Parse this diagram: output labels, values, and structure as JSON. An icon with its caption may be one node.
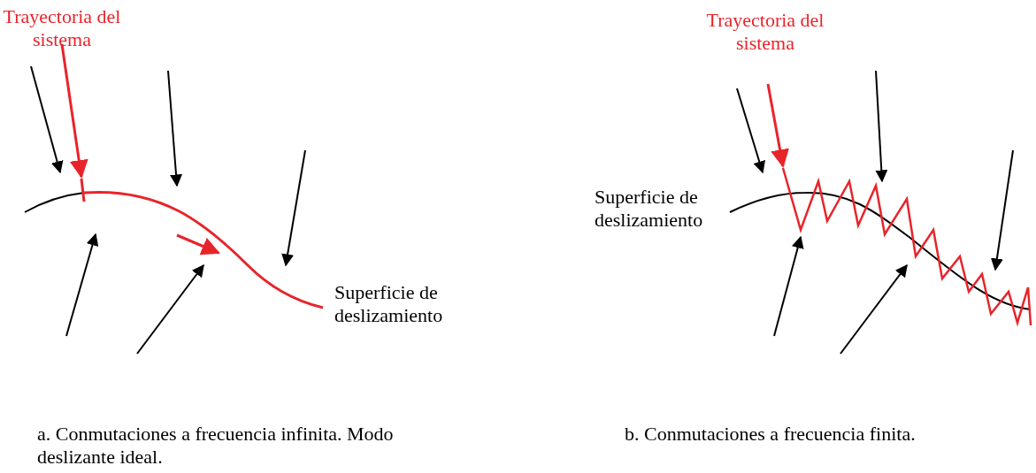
{
  "diagram": {
    "labels": [
      "Trayectoria del sistema",
      "Trayectoria del sistema",
      "Superficie de deslizamiento",
      "Superficie de deslizamiento",
      "a. Conmutaciones a frecuencia infinita. Modo deslizante ideal.",
      "b. Conmutaciones a frecuencia finita."
    ]
  }
}
